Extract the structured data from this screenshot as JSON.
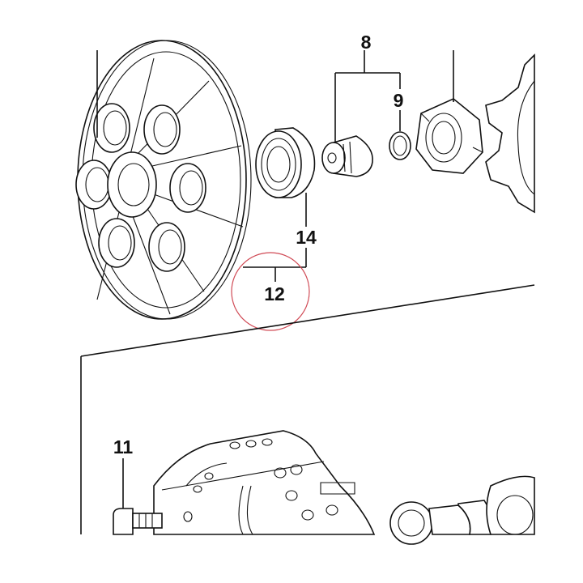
{
  "diagram": {
    "labels": {
      "part_8": "8",
      "part_9": "9",
      "part_14": "14",
      "part_12": "12",
      "part_11": "11"
    },
    "colors": {
      "line": "#111111",
      "highlight_circle": "#d04a55",
      "background": "#ffffff"
    }
  }
}
